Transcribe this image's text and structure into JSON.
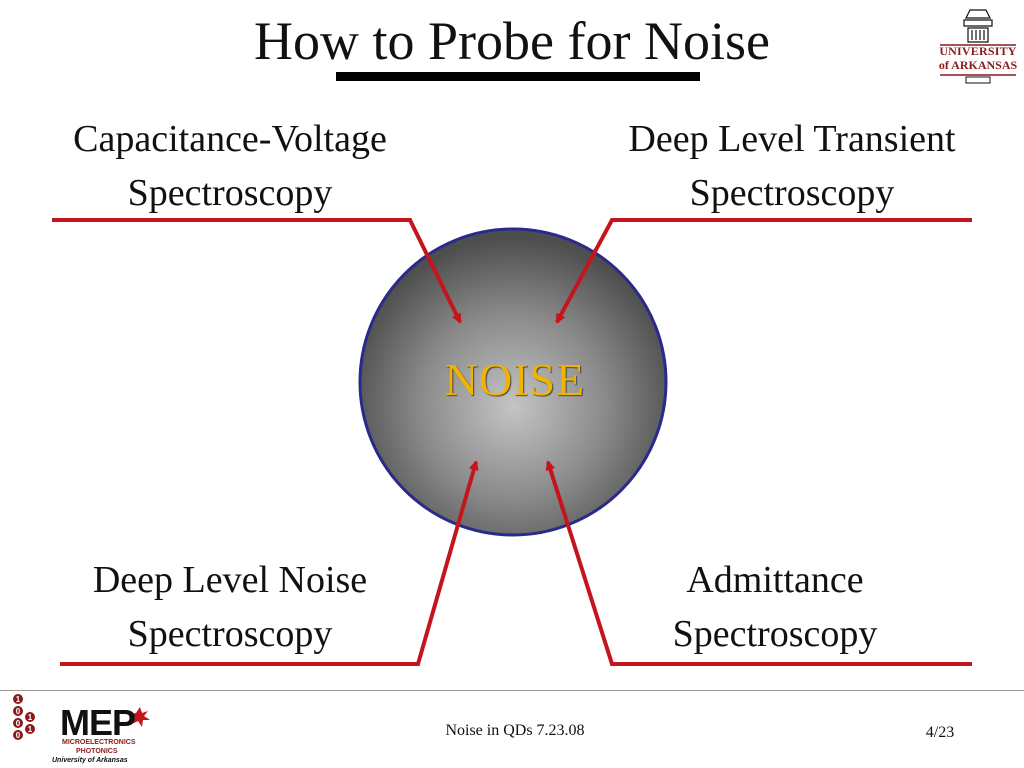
{
  "title": "How to Probe for Noise",
  "center_label": "NOISE",
  "methods": {
    "top_left": {
      "line1": "Capacitance-Voltage",
      "line2": "Spectroscopy"
    },
    "top_right": {
      "line1": "Deep Level Transient",
      "line2": "Spectroscopy"
    },
    "bottom_left": {
      "line1": "Deep Level Noise",
      "line2": "Spectroscopy"
    },
    "bottom_right": {
      "line1": "Admittance",
      "line2": "Spectroscopy"
    }
  },
  "logo": {
    "line1": "UNIVERSITY",
    "line2": "of ARKANSAS"
  },
  "mep_logo": {
    "wordmark": "MEP",
    "sub1": "MICROELECTRONICS",
    "sub2": "PHOTONICS",
    "sub3": "University of Arkansas",
    "bits": [
      "1",
      "0",
      "0",
      "0",
      "1",
      "1"
    ]
  },
  "footer": {
    "center": "Noise in QDs 7.23.08",
    "page": "4/23"
  },
  "colors": {
    "arrow": "#c4151c",
    "circle_border": "#2a2a8a",
    "noise_text": "#f0b400",
    "brand": "#8b1a1a"
  }
}
